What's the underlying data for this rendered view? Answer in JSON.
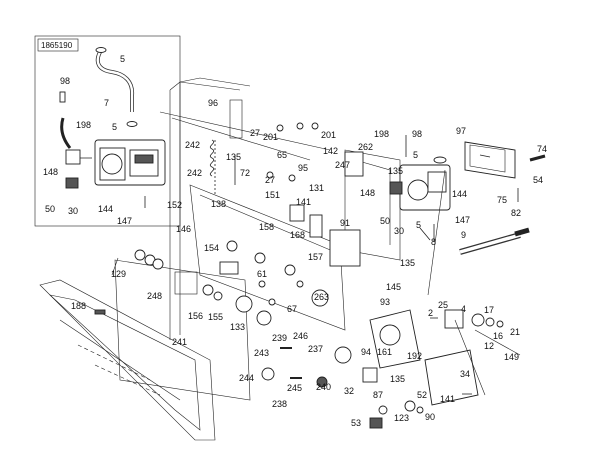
{
  "diagram": {
    "ref_code": "1865190",
    "labels": [
      {
        "t": "5"
      },
      {
        "t": "98"
      },
      {
        "t": "7"
      },
      {
        "t": "198"
      },
      {
        "t": "5"
      },
      {
        "t": "148"
      },
      {
        "t": "50"
      },
      {
        "t": "30"
      },
      {
        "t": "144"
      },
      {
        "t": "147"
      },
      {
        "t": "96"
      },
      {
        "t": "27"
      },
      {
        "t": "201"
      },
      {
        "t": "201"
      },
      {
        "t": "242"
      },
      {
        "t": "135"
      },
      {
        "t": "65"
      },
      {
        "t": "142"
      },
      {
        "t": "247"
      },
      {
        "t": "242"
      },
      {
        "t": "72"
      },
      {
        "t": "27"
      },
      {
        "t": "138"
      },
      {
        "t": "151"
      },
      {
        "t": "95"
      },
      {
        "t": "131"
      },
      {
        "t": "152"
      },
      {
        "t": "141"
      },
      {
        "t": "146"
      },
      {
        "t": "154"
      },
      {
        "t": "158"
      },
      {
        "t": "168"
      },
      {
        "t": "91"
      },
      {
        "t": "129"
      },
      {
        "t": "157"
      },
      {
        "t": "248"
      },
      {
        "t": "61"
      },
      {
        "t": "263"
      },
      {
        "t": "67"
      },
      {
        "t": "156"
      },
      {
        "t": "155"
      },
      {
        "t": "133"
      },
      {
        "t": "188"
      },
      {
        "t": "241"
      },
      {
        "t": "239"
      },
      {
        "t": "246"
      },
      {
        "t": "237"
      },
      {
        "t": "243"
      },
      {
        "t": "244"
      },
      {
        "t": "245"
      },
      {
        "t": "240"
      },
      {
        "t": "238"
      },
      {
        "t": "198"
      },
      {
        "t": "98"
      },
      {
        "t": "262"
      },
      {
        "t": "5"
      },
      {
        "t": "135"
      },
      {
        "t": "148"
      },
      {
        "t": "144"
      },
      {
        "t": "50"
      },
      {
        "t": "30"
      },
      {
        "t": "5"
      },
      {
        "t": "8"
      },
      {
        "t": "135"
      },
      {
        "t": "145"
      },
      {
        "t": "97"
      },
      {
        "t": "74"
      },
      {
        "t": "54"
      },
      {
        "t": "75"
      },
      {
        "t": "82"
      },
      {
        "t": "147"
      },
      {
        "t": "9"
      },
      {
        "t": "93"
      },
      {
        "t": "94"
      },
      {
        "t": "161"
      },
      {
        "t": "192"
      },
      {
        "t": "135"
      },
      {
        "t": "32"
      },
      {
        "t": "87"
      },
      {
        "t": "52"
      },
      {
        "t": "123"
      },
      {
        "t": "90"
      },
      {
        "t": "53"
      },
      {
        "t": "34"
      },
      {
        "t": "141"
      },
      {
        "t": "2"
      },
      {
        "t": "25"
      },
      {
        "t": "4"
      },
      {
        "t": "17"
      },
      {
        "t": "16"
      },
      {
        "t": "21"
      },
      {
        "t": "12"
      },
      {
        "t": "149"
      }
    ]
  }
}
